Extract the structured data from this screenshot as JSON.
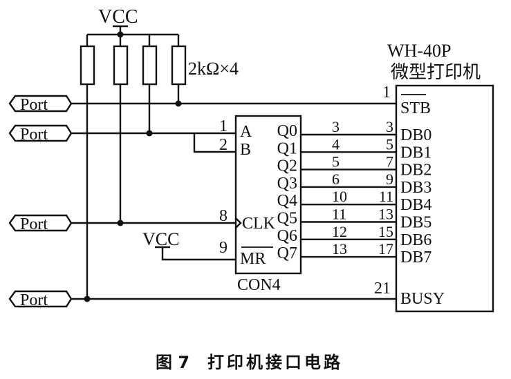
{
  "power": {
    "vcc_top": "VCC",
    "vcc_mr": "VCC"
  },
  "resistors": {
    "label": "2kΩ×4",
    "count": 4
  },
  "ports": [
    "Port",
    "Port",
    "Port",
    "Port"
  ],
  "counter": {
    "name": "CON4",
    "inputs": [
      {
        "pin": "1",
        "name": "A"
      },
      {
        "pin": "2",
        "name": "B"
      },
      {
        "pin": "8",
        "name": "CLK"
      },
      {
        "pin": "9",
        "name": "MR"
      }
    ],
    "outputs": [
      {
        "name": "Q0",
        "pin": "3"
      },
      {
        "name": "Q1",
        "pin": "4"
      },
      {
        "name": "Q2",
        "pin": "5"
      },
      {
        "name": "Q3",
        "pin": "6"
      },
      {
        "name": "Q4",
        "pin": "10"
      },
      {
        "name": "Q5",
        "pin": "11"
      },
      {
        "name": "Q6",
        "pin": "12"
      },
      {
        "name": "Q7",
        "pin": "13"
      }
    ]
  },
  "printer": {
    "model": "WH-40P",
    "name": "微型打印机",
    "pins": [
      {
        "pin": "1",
        "name": "STB"
      },
      {
        "pin": "3",
        "name": "DB0"
      },
      {
        "pin": "5",
        "name": "DB1"
      },
      {
        "pin": "7",
        "name": "DB2"
      },
      {
        "pin": "9",
        "name": "DB3"
      },
      {
        "pin": "11",
        "name": "DB4"
      },
      {
        "pin": "13",
        "name": "DB5"
      },
      {
        "pin": "15",
        "name": "DB6"
      },
      {
        "pin": "17",
        "name": "DB7"
      },
      {
        "pin": "21",
        "name": "BUSY"
      }
    ]
  },
  "caption": {
    "figure": "图 7",
    "title": "打印机接口电路"
  }
}
